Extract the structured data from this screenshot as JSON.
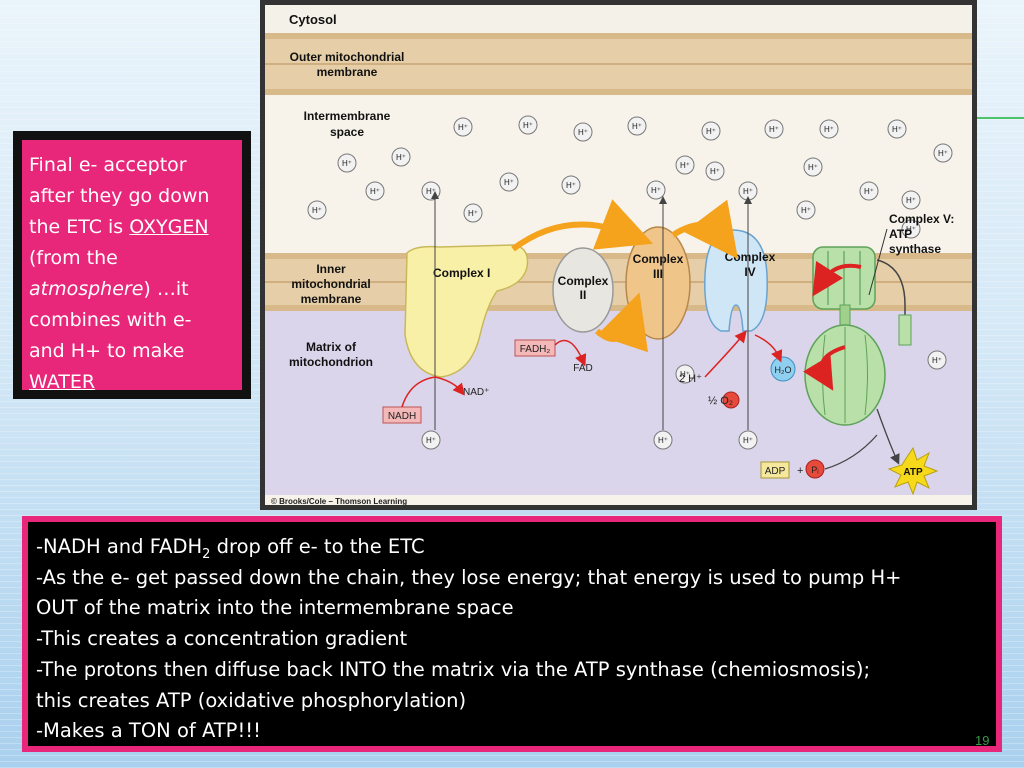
{
  "final_box": {
    "line1": "Final e- acceptor",
    "line2": "after they go down",
    "line3_pre": "the ETC is ",
    "line3_u": "OXYGEN",
    "line4": "(from the",
    "line5_i": "atmosphere",
    "line5_post": ") …it",
    "line6": "combines with e-",
    "line7": "and H+ to make",
    "line8_u": "WATER"
  },
  "diagram": {
    "cytosol": "Cytosol",
    "outer_membrane_1": "Outer mitochondrial",
    "outer_membrane_2": "membrane",
    "intermembrane_1": "Intermembrane",
    "intermembrane_2": "space",
    "inner_membrane_1": "Inner",
    "inner_membrane_2": "mitochondrial",
    "inner_membrane_3": "membrane",
    "matrix_1": "Matrix of",
    "matrix_2": "mitochondrion",
    "complex_1": "Complex I",
    "complex_2a": "Complex",
    "complex_2b": "II",
    "complex_3a": "Complex",
    "complex_3b": "III",
    "complex_4a": "Complex",
    "complex_4b": "IV",
    "complex_5a": "Complex V:",
    "complex_5b": "ATP",
    "complex_5c": "synthase",
    "nadh": "NADH",
    "nad": "NAD⁺",
    "fadh2": "FADH₂",
    "fad": "FAD",
    "two_h": "2 H⁺",
    "half_o2": "½ O₂",
    "h2o": "H₂O",
    "h_ion": "H⁺",
    "adp": "ADP",
    "plus": "+",
    "pi": "Pᵢ",
    "atp": "ATP",
    "credit": "© Brooks/Cole – Thomson Learning"
  },
  "bottom": {
    "line1_pre": "-NADH and FADH",
    "line1_sub": "2",
    "line1_post": " drop off e- to the ETC",
    "line2": "-As the e- get passed down the chain, they lose energy; that energy is used to pump H+",
    "line3": "OUT of the matrix into the intermembrane space",
    "line4": "-This creates a concentration gradient",
    "line5": "-The protons then diffuse back INTO the matrix via the ATP synthase (chemiosmosis);",
    "line6": "this creates ATP (oxidative phosphorylation)",
    "line7": "-Makes a TON of ATP!!!"
  },
  "page_number": "19",
  "colors": {
    "pink": "#e8277a",
    "membrane": "#e0c9a3",
    "matrix": "#d9d4ea",
    "complex1": "#f9f0a8",
    "complex3": "#f0c58a",
    "complex4": "#cfe6f7",
    "atp_synthase": "#b9e0a8",
    "arrow_orange": "#f5a21c",
    "arrow_red": "#d22"
  }
}
